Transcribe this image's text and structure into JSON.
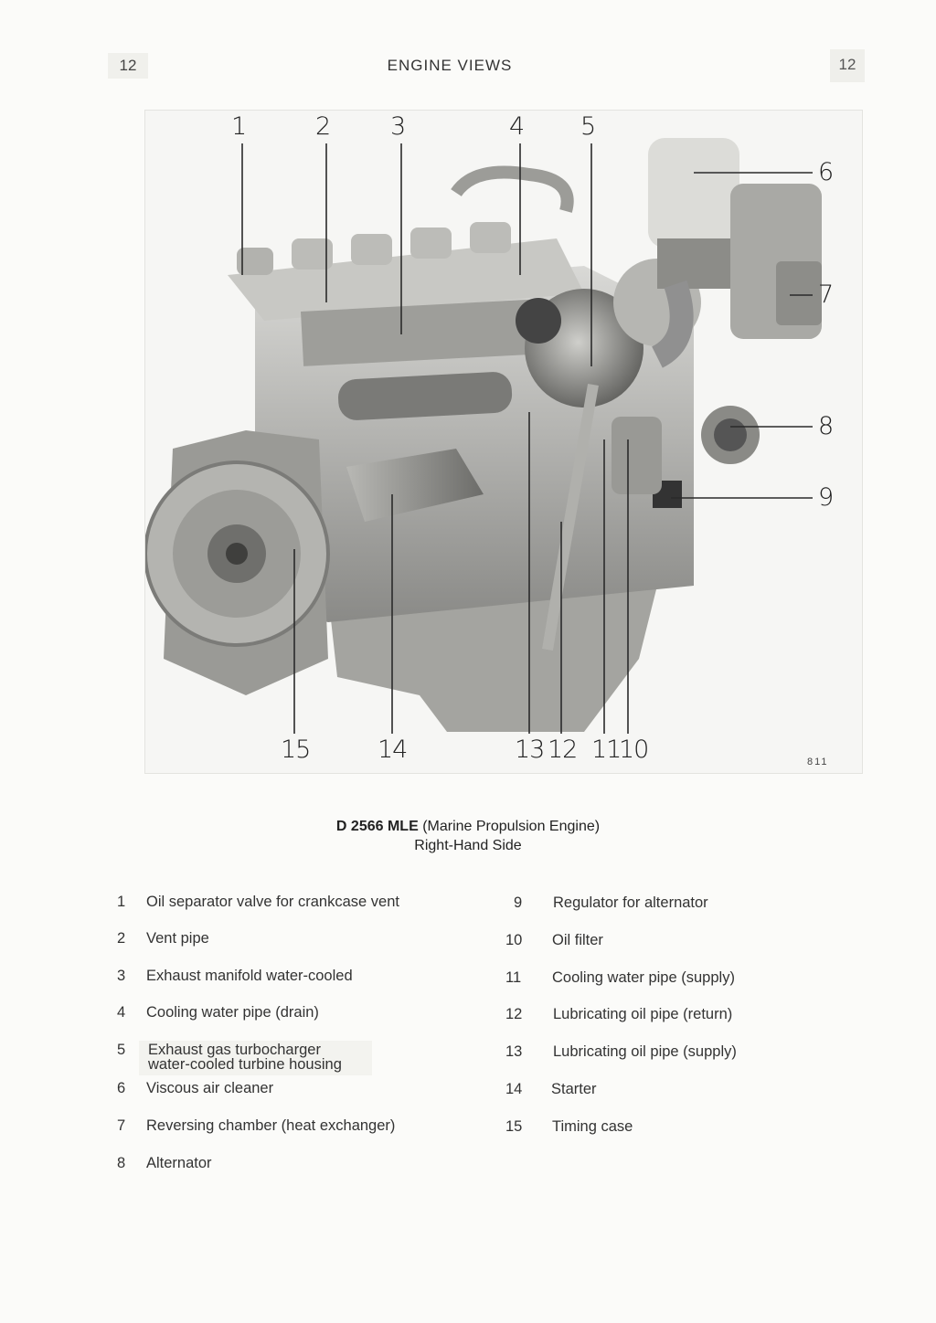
{
  "header": {
    "page_left": "12",
    "title": "ENGINE VIEWS",
    "page_right": "12"
  },
  "figure": {
    "number": "811",
    "callouts_top": [
      "1",
      "2",
      "3",
      "4",
      "5"
    ],
    "callouts_right": [
      "6",
      "7",
      "8",
      "9"
    ],
    "callouts_bottom": [
      "15",
      "14",
      "13",
      "12",
      "11",
      "10"
    ]
  },
  "caption": {
    "model": "D 2566 MLE",
    "description": "(Marine Propulsion Engine)",
    "side": "Right-Hand Side"
  },
  "legend": {
    "left": [
      {
        "num": "1",
        "text": "Oil separator valve for crankcase vent"
      },
      {
        "num": "2",
        "text": "Vent pipe"
      },
      {
        "num": "3",
        "text": "Exhaust manifold water-cooled"
      },
      {
        "num": "4",
        "text": "Cooling water pipe (drain)"
      },
      {
        "num": "5",
        "text": "Exhaust gas turbocharger",
        "text2": "water-cooled turbine housing"
      },
      {
        "num": "6",
        "text": "Viscous air cleaner"
      },
      {
        "num": "7",
        "text": "Reversing chamber (heat exchanger)"
      },
      {
        "num": "8",
        "text": "Alternator"
      }
    ],
    "right": [
      {
        "num": "9",
        "text": "Regulator for alternator"
      },
      {
        "num": "10",
        "text": "Oil filter"
      },
      {
        "num": "11",
        "text": "Cooling water pipe (supply)"
      },
      {
        "num": "12",
        "text": "Lubricating oil pipe (return)"
      },
      {
        "num": "13",
        "text": "Lubricating oil pipe (supply)"
      },
      {
        "num": "14",
        "text": "Starter"
      },
      {
        "num": "15",
        "text": "Timing case"
      }
    ]
  }
}
